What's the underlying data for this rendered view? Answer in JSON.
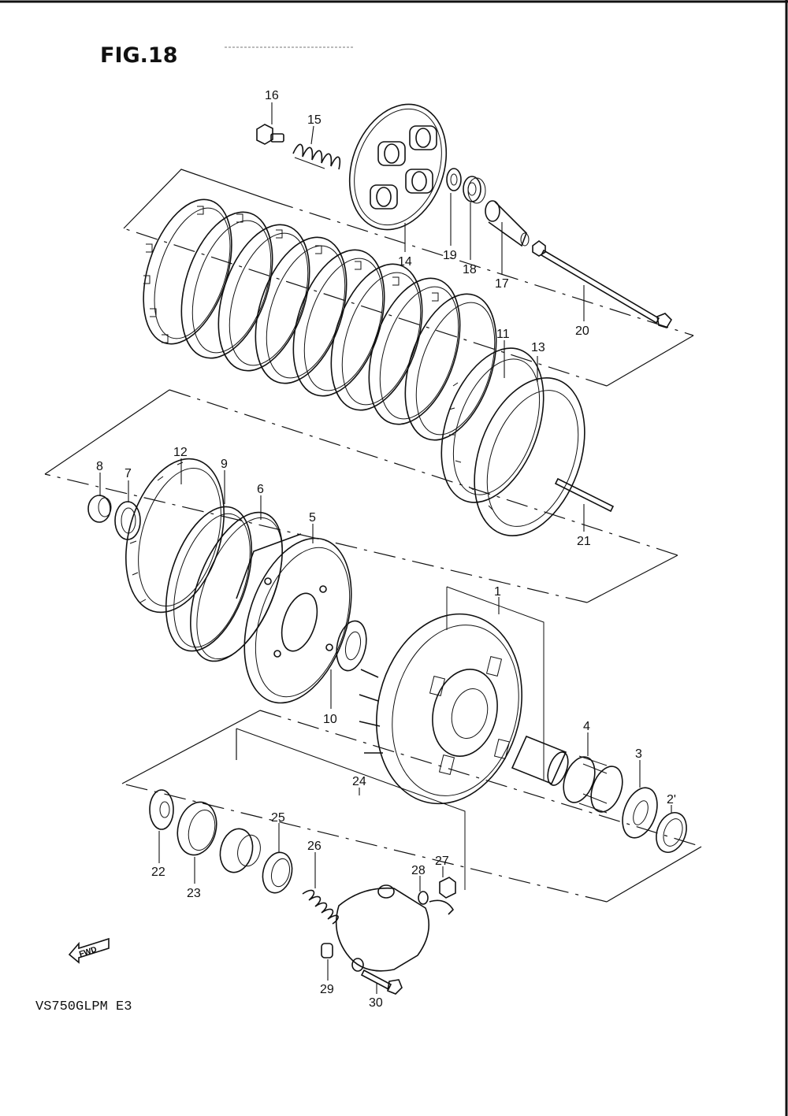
{
  "figure_label": "FIG.18",
  "model_code": "VS750GLPM E3",
  "fwd_label": "FWD",
  "callouts": [
    "1",
    "2'",
    "3",
    "4",
    "5",
    "6",
    "7",
    "8",
    "9",
    "10",
    "11",
    "12",
    "13",
    "14",
    "15",
    "16",
    "17",
    "18",
    "19",
    "20",
    "21",
    "22",
    "23",
    "24",
    "25",
    "26",
    "27",
    "28",
    "29",
    "30"
  ]
}
